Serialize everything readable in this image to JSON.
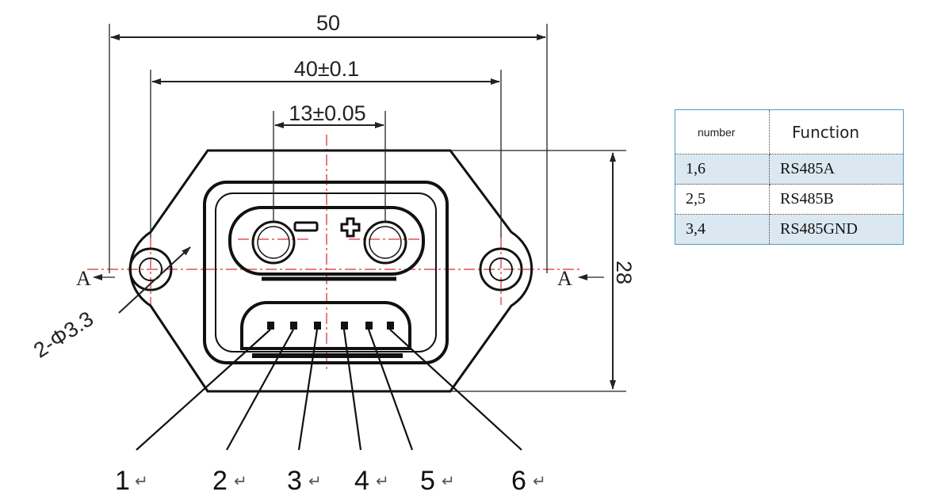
{
  "drawing": {
    "dimensions": {
      "overall_width": "50",
      "hole_spacing": "40±0.1",
      "terminal_spacing": "13±0.05",
      "height": "28",
      "hole_spec": "2-Φ3.3"
    },
    "section_labels": [
      "A",
      "A"
    ],
    "polarity": {
      "minus": "−",
      "plus": "+"
    },
    "pins": [
      "1",
      "2",
      "3",
      "4",
      "5",
      "6"
    ],
    "return_mark": "↵"
  },
  "pin_table": {
    "headers": {
      "number": "number",
      "function": "Function"
    },
    "rows": [
      {
        "number": "1,6",
        "function": "RS485A"
      },
      {
        "number": "2,5",
        "function": "RS485B"
      },
      {
        "number": "3,4",
        "function": "RS485GND"
      }
    ]
  }
}
